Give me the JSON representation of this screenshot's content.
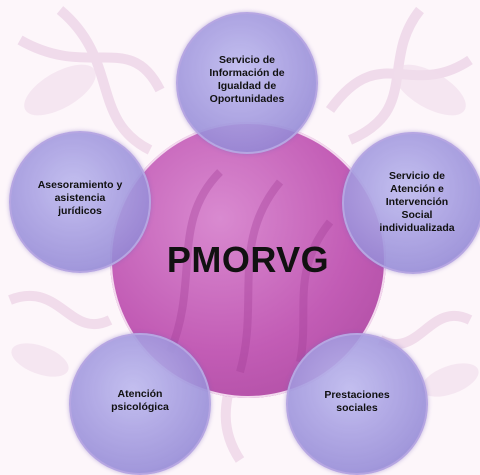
{
  "diagram": {
    "center": {
      "label": "PMORVG"
    },
    "satellites": [
      {
        "label": "Servicio de\nInformación de\nIgualdad de\nOportunidades"
      },
      {
        "label": "Asesoramiento y\nasistencia\njurídicos"
      },
      {
        "label": "Servicio de\nAtención e\nIntervención\nSocial\nindividualizada"
      },
      {
        "label": "Atención\npsicológica"
      },
      {
        "label": "Prestaciones\nsociales"
      }
    ]
  },
  "colors": {
    "background": "#fdf6fa",
    "center": "#c25cb5",
    "satellite": "#9d93d8"
  }
}
